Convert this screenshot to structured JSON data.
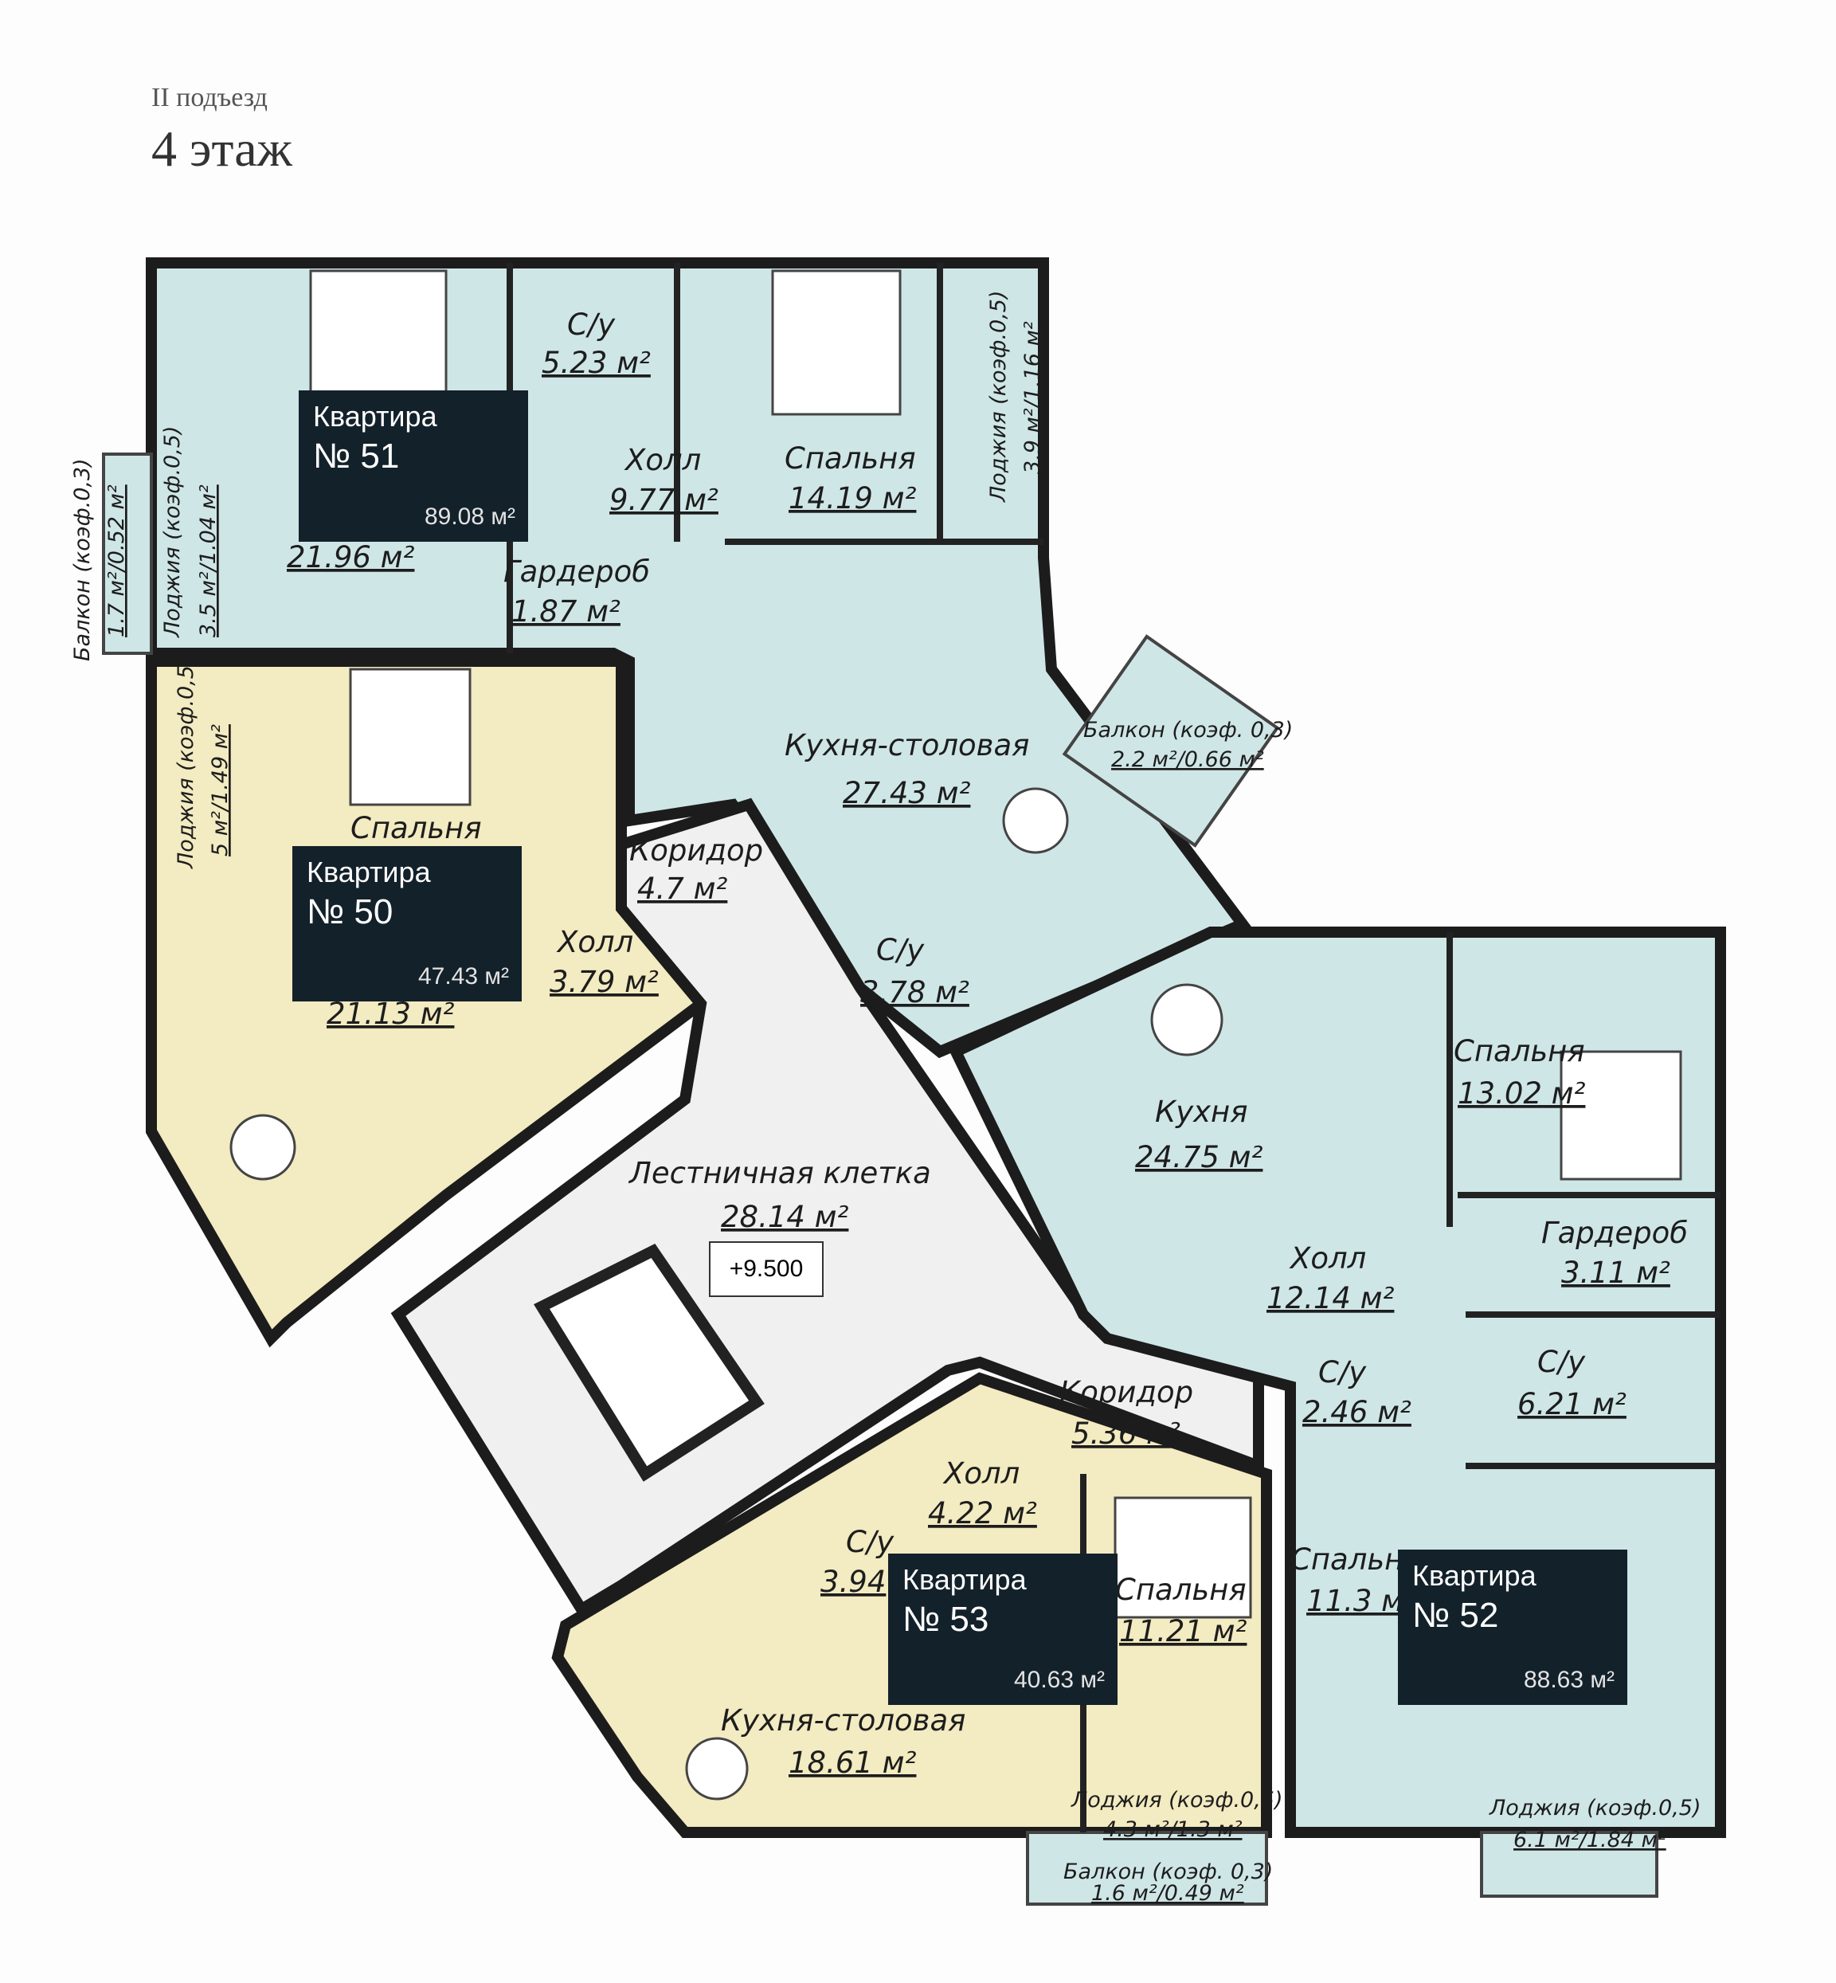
{
  "header": {
    "entrance": "II подъезд",
    "floor": "4 этаж"
  },
  "level_mark": "+9.500",
  "colors": {
    "blue": "#cfe6e7",
    "yellow": "#f3ebc1",
    "wall": "#1c1c1c",
    "stair": "#f0f0f0",
    "card": "#13212a"
  },
  "apartments": [
    {
      "label": "Квартира",
      "number": "№ 51",
      "area": "89.08 м²"
    },
    {
      "label": "Квартира",
      "number": "№ 50",
      "area": "47.43 м²"
    },
    {
      "label": "Квартира",
      "number": "№ 53",
      "area": "40.63 м²"
    },
    {
      "label": "Квартира",
      "number": "№ 52",
      "area": "88.63 м²"
    }
  ],
  "rooms": {
    "a51_bath": {
      "name": "С/у",
      "area": "5.23 м²"
    },
    "a51_hall": {
      "name": "Холл",
      "area": "9.77 м²"
    },
    "a51_bed": {
      "name": "Спальня",
      "area": "14.19 м²"
    },
    "a51_living_area": {
      "area": "21.96 м²"
    },
    "a51_wardrobe": {
      "name": "Гардероб",
      "area": "1.87 м²"
    },
    "a51_kitchen": {
      "name": "Кухня-столовая",
      "area": "27.43 м²"
    },
    "a51_bath2": {
      "name": "С/у",
      "area": "3.78 м²"
    },
    "a51_corridor": {
      "name": "Коридор",
      "area": "4.7 м²"
    },
    "a51_loggia_right": {
      "name": "Лоджия (коэф.0,5)",
      "area": "3.9 м²/1.16 м²"
    },
    "a51_loggia_left": {
      "name": "Лоджия (коэф.0,5)",
      "area": "3.5 м²/1.04 м²"
    },
    "a51_balcony_left": {
      "name": "Балкон (коэф.0,3)",
      "area": "1.7 м²/0.52 м²"
    },
    "a51_balcony_right": {
      "name": "Балкон (коэф. 0,3)",
      "area": "2.2 м²/0.66 м²"
    },
    "a50_bed": {
      "name": "Спальня"
    },
    "a50_kitchen_area": {
      "area": "21.13 м²"
    },
    "a50_hall": {
      "name": "Холл",
      "area": "3.79 м²"
    },
    "a50_loggia": {
      "name": "Лоджия (коэф.0,5)",
      "area": "5 м²/1.49 м²"
    },
    "stair": {
      "name": "Лестничная клетка",
      "area": "28.14 м²"
    },
    "a52_kitchen": {
      "name": "Кухня",
      "area": "24.75 м²"
    },
    "a52_bed1": {
      "name": "Спальня",
      "area": "13.02 м²"
    },
    "a52_wardrobe": {
      "name": "Гардероб",
      "area": "3.11 м²"
    },
    "a52_hall": {
      "name": "Холл",
      "area": "12.14 м²"
    },
    "a52_bath_small": {
      "name": "С/у",
      "area": "2.46 м²"
    },
    "a52_bath": {
      "name": "С/у",
      "area": "6.21 м²"
    },
    "a52_bed2": {
      "name": "Спальня",
      "area": "11.3 м²"
    },
    "a52_loggia": {
      "name": "Лоджия (коэф.0,5)",
      "area": "6.1 м²/1.84 м²"
    },
    "corridor2": {
      "name": "Коридор",
      "area": "5.36 м²"
    },
    "a53_hall": {
      "name": "Холл",
      "area": "4.22 м²"
    },
    "a53_bath": {
      "name": "С/у",
      "area": "3.94"
    },
    "a53_bed": {
      "name": "Спальня",
      "area": "11.21 м²"
    },
    "a53_kitchen": {
      "name": "Кухня-столовая",
      "area": "18.61 м²"
    },
    "a53_loggia": {
      "name": "Лоджия (коэф.0,5)",
      "area": "4.3 м²/1.3 м²"
    },
    "a53_balcony": {
      "name": "Балкон (коэф. 0,3)",
      "area": "1.6 м²/0.49 м²"
    }
  }
}
